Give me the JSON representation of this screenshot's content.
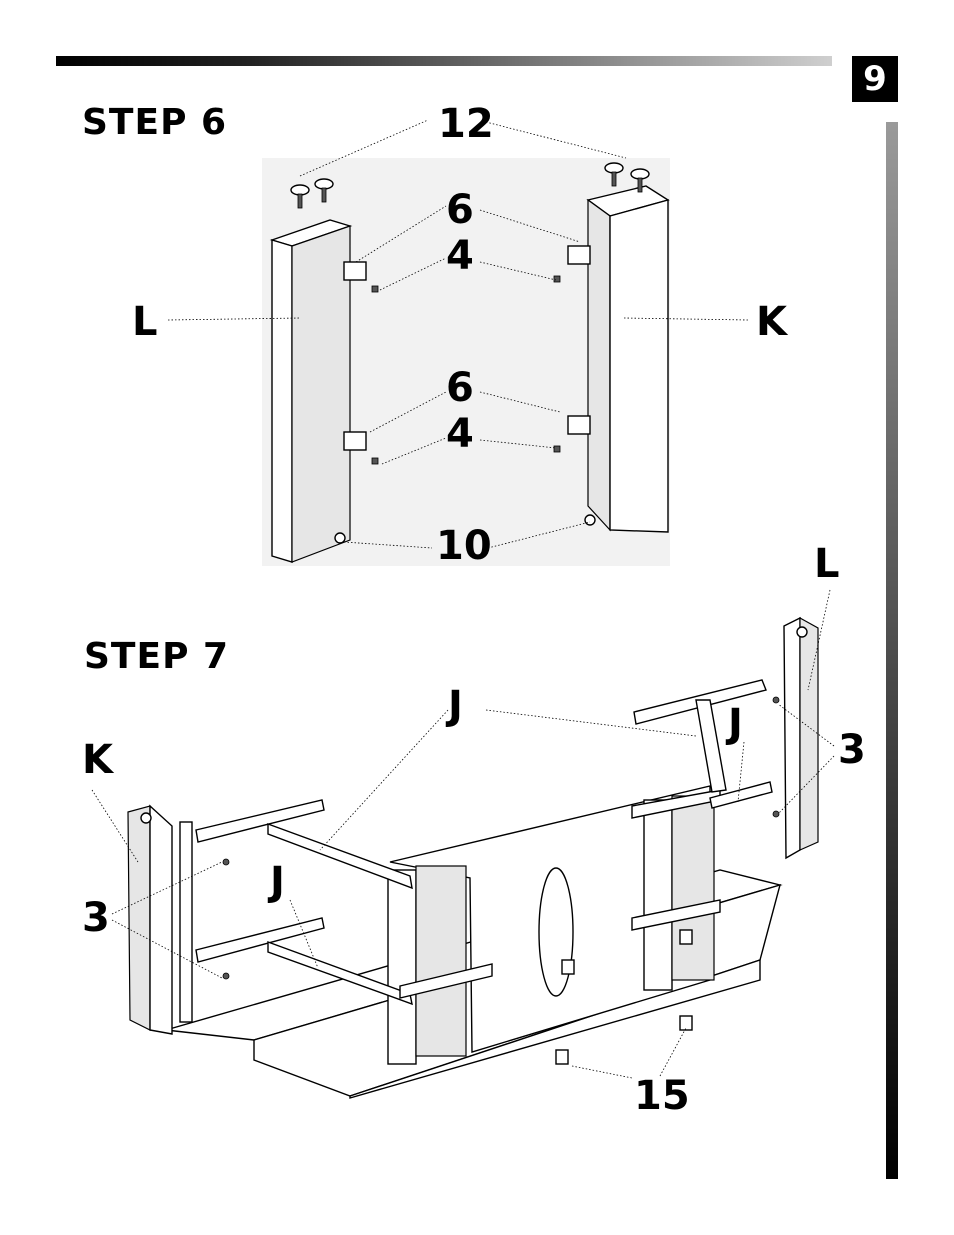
{
  "page_number": "9",
  "step6": {
    "title": "STEP 6",
    "labels": {
      "feet": "12",
      "brackets_upper": "6",
      "screws_upper": "4",
      "brackets_lower": "6",
      "screws_lower": "4",
      "cams": "10",
      "left_panel": "L",
      "right_panel": "K"
    }
  },
  "step7": {
    "title": "STEP 7",
    "labels": {
      "right_panel": "L",
      "left_panel": "K",
      "rail_top": "J",
      "rail_right": "J",
      "rail_left": "J",
      "screws_right": "3",
      "screws_left": "3",
      "hardware": "15"
    }
  }
}
